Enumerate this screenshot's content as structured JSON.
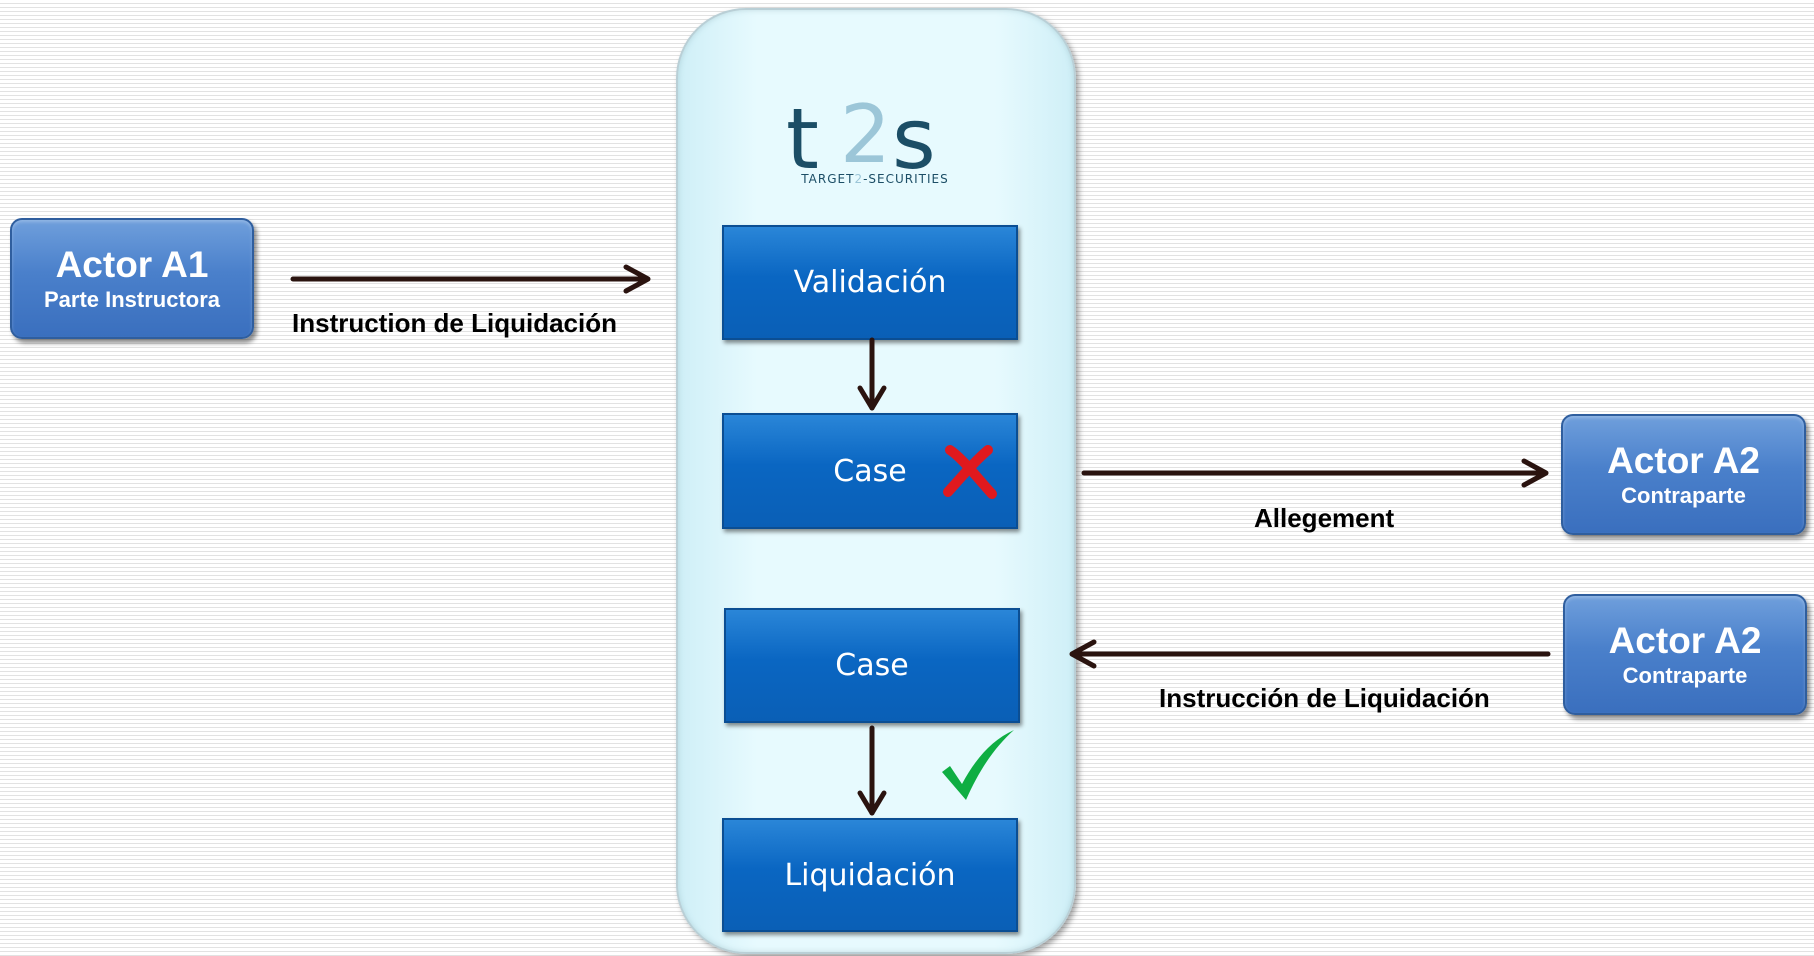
{
  "diagram": {
    "logo": {
      "mark_left": "t",
      "mark_middle": "2",
      "mark_right": "s",
      "caption_start": "TARGET",
      "caption_mid": "2",
      "caption_end": "-SECURITIES"
    },
    "actors": {
      "a1": {
        "name": "Actor A1",
        "role": "Parte Instructora"
      },
      "a2_top": {
        "name": "Actor A2",
        "role": "Contraparte"
      },
      "a2_bottom": {
        "name": "Actor A2",
        "role": "Contraparte"
      }
    },
    "steps": {
      "validation": "Validación",
      "case_failed": "Case",
      "case_matched": "Case",
      "settlement": "Liquidación"
    },
    "flows": {
      "a1_in": "Instruction de Liquidación",
      "allegement_out": "Allegement",
      "a2_in": "Instrucción de Liquidación"
    },
    "colors": {
      "process_blue": "#0a66c2",
      "actor_blue": "#4a80cb",
      "arrow": "#2a130f",
      "fail_mark": "#e0191e",
      "success_mark": "#0fae43"
    }
  }
}
